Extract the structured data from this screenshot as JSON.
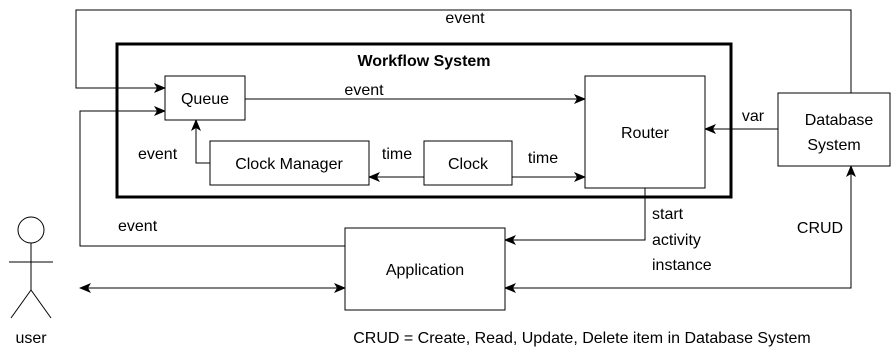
{
  "workflow_system": {
    "title": "Workflow System"
  },
  "nodes": {
    "queue": "Queue",
    "router": "Router",
    "clock_manager": "Clock Manager",
    "clock": "Clock",
    "database_system": [
      "Database",
      "System"
    ],
    "application": "Application",
    "user": "user"
  },
  "edge_labels": {
    "top_event": "event",
    "queue_router_event": "event",
    "clock_manager_queue_event": "event",
    "clock_to_manager_time": "time",
    "clock_to_router_time": "time",
    "db_to_router_var": "var",
    "application_to_queue_event": "event",
    "router_to_application": [
      "start",
      "activity",
      "instance"
    ],
    "application_db_crud": "CRUD"
  },
  "legend": "CRUD = Create, Read, Update, Delete item in Database System"
}
